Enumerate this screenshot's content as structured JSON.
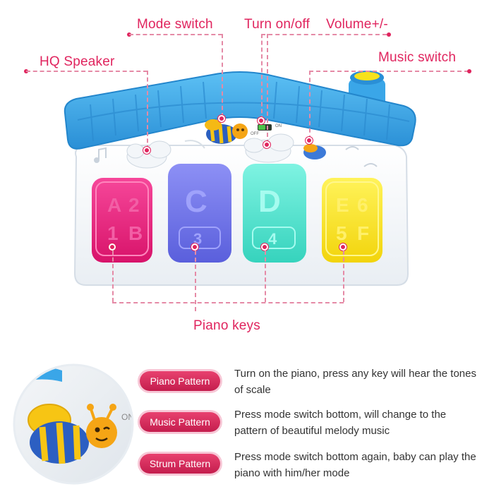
{
  "callouts": {
    "mode_switch": "Mode switch",
    "turn_on_off": "Turn on/off",
    "volume": "Volume+/-",
    "hq_speaker": "HQ Speaker",
    "music_switch": "Music switch",
    "piano_keys": "Piano keys"
  },
  "toy": {
    "switch_off": "OFF",
    "switch_on": "ON",
    "keys": [
      {
        "top_left": "A",
        "top_right": "2",
        "bottom_left": "1",
        "bottom_right": "B",
        "color": "#e8217a"
      },
      {
        "top": "C",
        "bottom": "3",
        "color": "#6f72e8"
      },
      {
        "top": "D",
        "bottom": "4",
        "color": "#4fe3cf"
      },
      {
        "top_left": "E",
        "top_right": "6",
        "bottom_left": "5",
        "bottom_right": "F",
        "color": "#f7e21c"
      }
    ],
    "roof_color": "#3aa6e8"
  },
  "zoom_label": "ON",
  "patterns": [
    {
      "label": "Piano Pattern",
      "description": "Turn on the piano, press any key will hear the tones of scale"
    },
    {
      "label": "Music Pattern",
      "description": "Press mode switch bottom, will change to the pattern of beautiful melody music"
    },
    {
      "label": "Strum Pattern",
      "description": "Press mode switch bottom again, baby can play the piano with him/her mode"
    }
  ]
}
